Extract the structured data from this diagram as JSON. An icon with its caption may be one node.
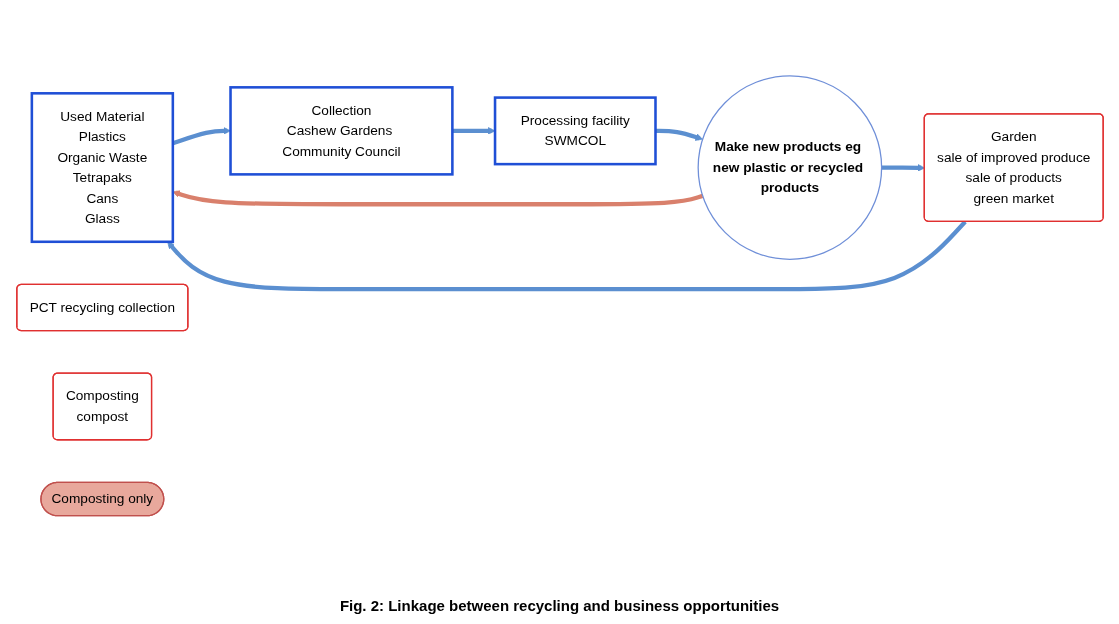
{
  "diagram": {
    "caption": "Fig. 2: Linkage between recycling and business opportunities",
    "nodes": [
      {
        "text": [
          "Used Material",
          "Plastics",
          "Organic Waste",
          "Tetrapaks",
          "Cans",
          "Glass"
        ]
      },
      {
        "text": [
          "PCT recycling collection"
        ]
      },
      {
        "text": [
          "Collection",
          "Cashew Gardens Community Council"
        ]
      },
      {
        "text": [
          "Processing facility",
          "SWMCOL"
        ]
      },
      {
        "text": [
          "Composting",
          "compost"
        ]
      },
      {
        "text": [
          "Make new products eg new plastic or recycled products"
        ]
      },
      {
        "text": [
          "Composting only"
        ]
      },
      {
        "text": [
          "Garden",
          "sale of improved produce",
          "sale of products",
          "green market"
        ]
      }
    ],
    "edges": [
      {
        "from": 0,
        "to": 2,
        "arrow": "to"
      },
      {
        "from": 2,
        "to": 3,
        "arrow": "to"
      },
      {
        "from": 3,
        "to": 5,
        "arrow": "to"
      },
      {
        "from": 5,
        "to": 7,
        "arrow": "to"
      },
      {
        "from": 5,
        "to": 0,
        "arrow": "to",
        "color": "#d9806c"
      },
      {
        "from": 7,
        "to": 0,
        "arrow": "to"
      }
    ]
  }
}
